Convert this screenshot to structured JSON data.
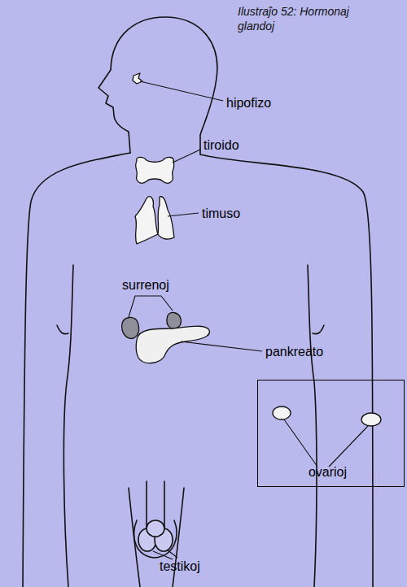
{
  "diagram": {
    "title": "Ilustraĵo 52: Hormonaj glandoj",
    "nodes": [
      {
        "text": [
          "ovarioj"
        ]
      }
    ],
    "labels": [
      "hipofizo",
      "tiroido",
      "timuso",
      "surrenoj",
      "pankreato",
      "testikoj"
    ]
  }
}
